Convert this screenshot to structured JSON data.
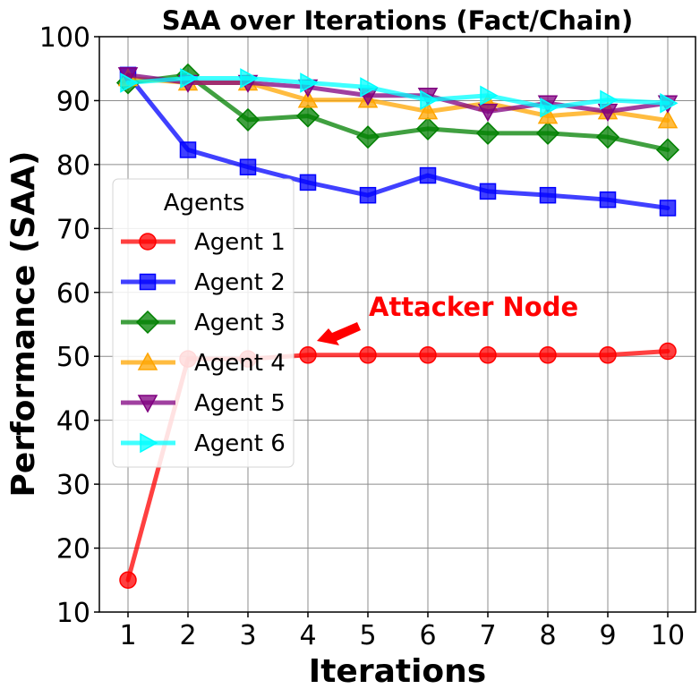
{
  "chart_data": {
    "type": "line",
    "title": "SAA over Iterations (Fact/Chain)",
    "xlabel": "Iterations",
    "ylabel": "Performance (SAA)",
    "x": [
      1,
      2,
      3,
      4,
      5,
      6,
      7,
      8,
      9,
      10
    ],
    "xlim": [
      0.5,
      10.5
    ],
    "ylim": [
      10,
      100
    ],
    "yticks": [
      10,
      20,
      30,
      40,
      50,
      60,
      70,
      80,
      90,
      100
    ],
    "grid": true,
    "legend": {
      "title": "Agents",
      "placement": "center-left"
    },
    "series": [
      {
        "name": "Agent 1",
        "color": "#ff0000",
        "marker": "circle",
        "values": [
          15,
          49.6,
          49.6,
          50.2,
          50.2,
          50.2,
          50.2,
          50.2,
          50.2,
          50.8
        ]
      },
      {
        "name": "Agent 2",
        "color": "#0000ff",
        "marker": "square",
        "values": [
          94.0,
          82.3,
          79.6,
          77.2,
          75.2,
          78.3,
          75.8,
          75.2,
          74.5,
          73.2
        ]
      },
      {
        "name": "Agent 3",
        "color": "#008000",
        "marker": "diamond",
        "values": [
          92.8,
          94.0,
          87.0,
          87.6,
          84.3,
          85.6,
          84.9,
          84.9,
          84.3,
          82.3
        ]
      },
      {
        "name": "Agent 4",
        "color": "#ffa500",
        "marker": "triangle-up",
        "values": [
          93.5,
          92.8,
          92.8,
          90.1,
          90.1,
          88.3,
          89.6,
          87.6,
          88.3,
          86.9
        ]
      },
      {
        "name": "Agent 5",
        "color": "#800080",
        "marker": "triangle-down",
        "values": [
          94.0,
          92.8,
          92.8,
          92.1,
          90.8,
          90.8,
          88.3,
          89.6,
          88.3,
          89.6
        ]
      },
      {
        "name": "Agent 6",
        "color": "#00ffff",
        "marker": "triangle-right",
        "values": [
          92.8,
          93.5,
          93.5,
          92.8,
          92.1,
          90.1,
          90.8,
          88.9,
          90.1,
          89.6
        ]
      }
    ],
    "annotation": {
      "text": "Attacker Node",
      "color": "#ff0000",
      "points_to": {
        "x": 4,
        "y": 50.2
      }
    }
  }
}
